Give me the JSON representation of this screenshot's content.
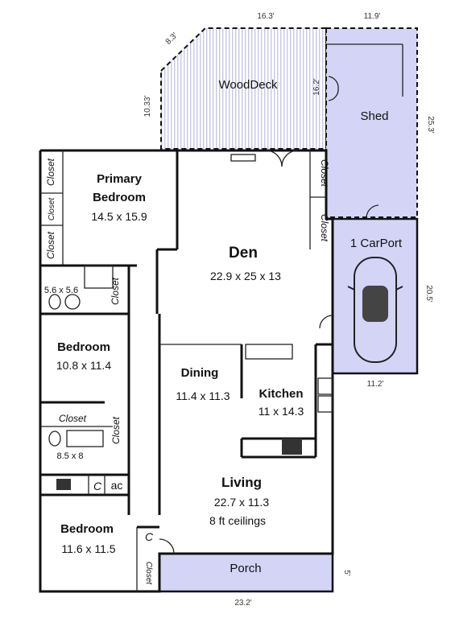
{
  "rooms": {
    "wood_deck": "WoodDeck",
    "shed": "Shed",
    "carport": "1 CarPort",
    "primary_bedroom_line1": "Primary",
    "primary_bedroom_line2": "Bedroom",
    "primary_bedroom_dims": "14.5 x 15.9",
    "den": "Den",
    "den_dims": "22.9 x 25 x 13",
    "bedroom2": "Bedroom",
    "bedroom2_dims": "10.8 x 11.4",
    "dining": "Dining",
    "dining_dims": "11.4 x 11.3",
    "kitchen": "Kitchen",
    "kitchen_dims": "11 x 14.3",
    "living": "Living",
    "living_dims": "22.7 x 11.3",
    "living_note": "8 ft ceilings",
    "bedroom3": "Bedroom",
    "bedroom3_dims": "11.6 x 11.5",
    "porch": "Porch",
    "bath1_dims": "5.6 x 5.6",
    "bath2_dims": "8.5 x 8"
  },
  "closets": {
    "closet_label": "Closet",
    "c_label": "C",
    "ac_label": "ac"
  },
  "measurements": {
    "deck_top": "16.3'",
    "shed_top": "11.9'",
    "deck_angle": "8.3'",
    "deck_left": "10.33'",
    "deck_door": "16.2'",
    "shed_right": "25.3'",
    "carport_right": "20.5'",
    "carport_bottom": "11.2'",
    "porch_right": "5'",
    "house_bottom": "23.2'"
  },
  "colors": {
    "wall": "#111111",
    "fill_lavender": "#d4d4f7",
    "deck_stripe": "#c8c8e6"
  }
}
